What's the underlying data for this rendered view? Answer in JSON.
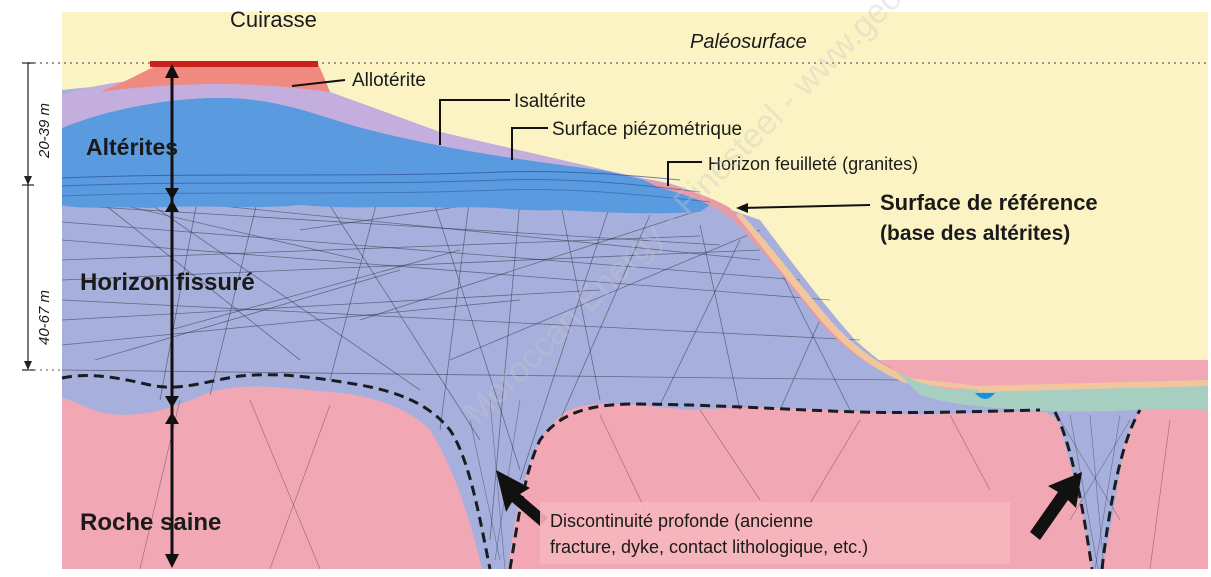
{
  "labels": {
    "cuirasse": "Cuirasse",
    "paleosurface": "Paléosurface",
    "alloterite": "Allotérite",
    "isalterite": "Isaltérite",
    "surface_piezometrique": "Surface piézométrique",
    "horizon_feuillete": "Horizon feuilleté (granites)",
    "surface_reference_1": "Surface de référence",
    "surface_reference_2": "(base des altérites)",
    "alterites": "Altérites",
    "horizon_fissure": "Horizon fissuré",
    "roche_saine": "Roche saine",
    "depth_top": "20-39 m",
    "depth_bottom": "40-67 m",
    "discontinuite_1": "Discontinuité profonde (ancienne",
    "discontinuite_2": "fracture, dyke, contact lithologique, etc.)"
  },
  "watermark": "Moroccan Energy - Finesteel - www.geologie.org",
  "colors": {
    "sky": "#fbf3c3",
    "roche_saine": "#f2a8b4",
    "horizon_fissure": "#a7b0dc",
    "alterites": "#5a9be0",
    "isalterite": "#c3aede",
    "alloterite": "#f08a80",
    "cuirasse": "#c9211d",
    "horizon_feuillete": "#e79aa7",
    "valley_fill": "#a6cfc2",
    "soil_strip": "#f2c69c",
    "water": "#1a8fd8"
  }
}
